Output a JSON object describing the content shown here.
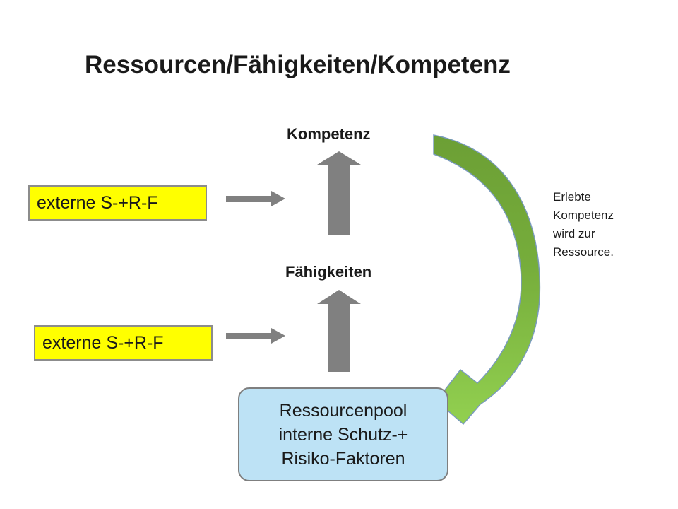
{
  "title": "Ressourcen/Fähigkeiten/Kompetenz",
  "stages": {
    "top": "Kompetenz",
    "middle": "Fähigkeiten"
  },
  "external": {
    "top": "externe S-+R-F",
    "bottom": "externe S-+R-F"
  },
  "pool": {
    "line1": "Ressourcenpool",
    "line2": "interne Schutz-+",
    "line3": "Risiko-Faktoren"
  },
  "side_note": {
    "line1": "Erlebte",
    "line2": "Kompetenz",
    "line3": "wird zur",
    "line4": "Ressource."
  },
  "colors": {
    "external_fill": "#ffff00",
    "pool_fill": "#bde2f5",
    "arrow_gray": "#808080",
    "curve_green_dark": "#6c9f35",
    "curve_green_light": "#8fcf4a"
  }
}
